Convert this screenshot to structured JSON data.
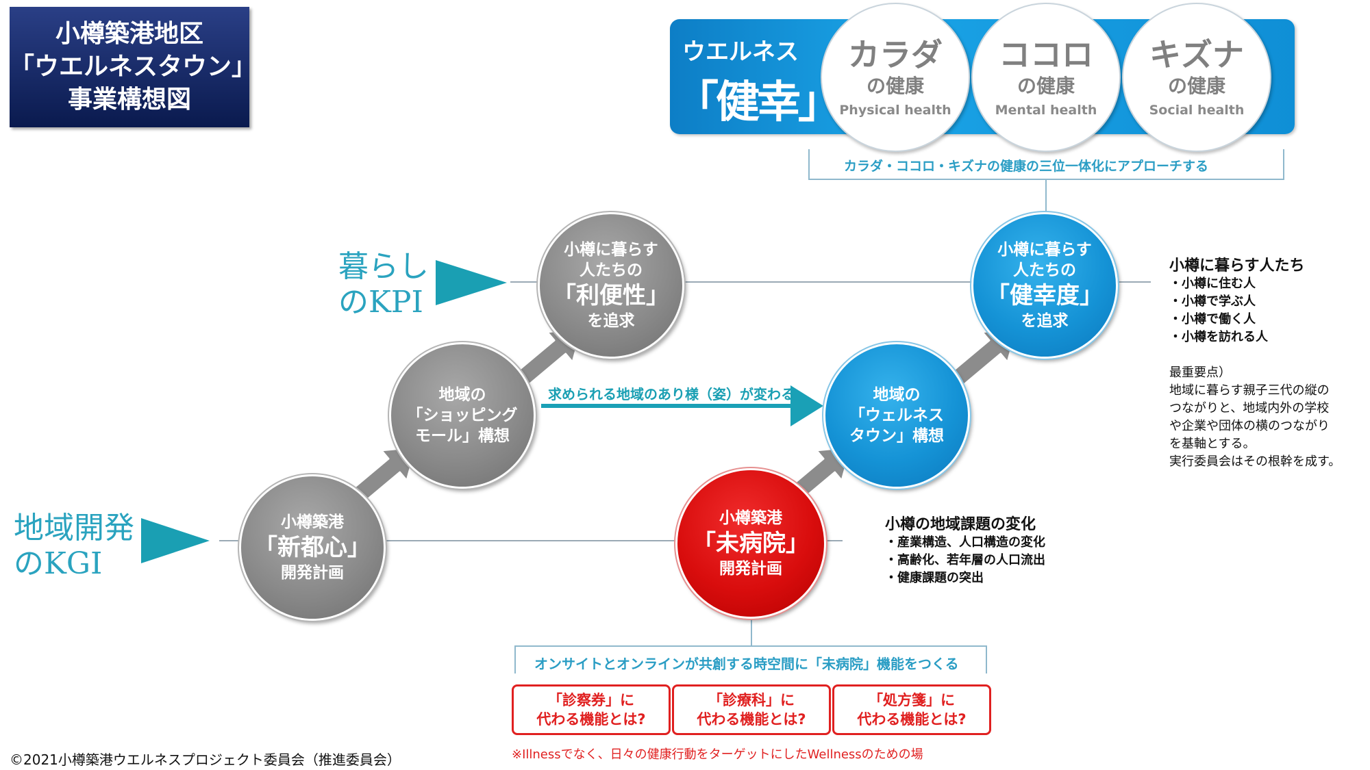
{
  "title": {
    "line1": "小樽築港地区",
    "line2": "「ウエルネスタウン」",
    "line3": "事業構想図"
  },
  "wellness": {
    "label1": "ウエルネス",
    "label2": "「健幸」",
    "circles": [
      {
        "main": "カラダ",
        "sub": "の健康",
        "en": "Physical health"
      },
      {
        "main": "ココロ",
        "sub": "の健康",
        "en": "Mental health"
      },
      {
        "main": "キズナ",
        "sub": "の健康",
        "en": "Social health"
      }
    ],
    "bracket_text": "カラダ・ココロ・キズナの健康の三位一体化にアプローチする"
  },
  "left_labels": {
    "kpi_line1": "暮らし",
    "kpi_line2": "のKPI",
    "kgi_line1": "地域開発",
    "kgi_line2": "のKGI"
  },
  "circles": {
    "shinto": {
      "l1": "小樽築港",
      "l2": "「新都心」",
      "l3": "開発計画"
    },
    "mall": {
      "l1": "地域の",
      "l2": "「ショッピング",
      "l3": "モール」構想"
    },
    "benri": {
      "l1": "小樽に暮らす",
      "l2": "人たちの",
      "l3": "「利便性」",
      "l4": "を追求"
    },
    "mibyoin": {
      "l1": "小樽築港",
      "l2": "「未病院」",
      "l3": "開発計画"
    },
    "wtown": {
      "l1": "地域の",
      "l2": "「ウェルネス",
      "l3": "タウン」構想"
    },
    "kenko": {
      "l1": "小樽に暮らす",
      "l2": "人たちの",
      "l3": "「健幸度」",
      "l4": "を追求"
    }
  },
  "middle_arrow_text": "求められる地域のあり様（姿）が変わる",
  "people": {
    "head": "小樽に暮らす人たち",
    "items": [
      "・小樽に住む人",
      "・小樽で学ぶ人",
      "・小樽で働く人",
      "・小樽を訪れる人"
    ],
    "notes": [
      "最重要点）",
      "地域に暮らす親子三代の縦の",
      "つながりと、地域内外の学校",
      "や企業や団体の横のつながり",
      "を基軸とする。",
      "実行委員会はその根幹を成す。"
    ]
  },
  "issues": {
    "head": "小樽の地域課題の変化",
    "items": [
      "・産業構造、人口構造の変化",
      "・高齢化、若年層の人口流出",
      "・健康課題の突出"
    ]
  },
  "bottom": {
    "bracket_text": "オンサイトとオンラインが共創する時空間に「未病院」機能をつくる",
    "boxes": [
      {
        "l1": "「診察券」に",
        "l2": "代わる機能とは?"
      },
      {
        "l1": "「診療科」に",
        "l2": "代わる機能とは?"
      },
      {
        "l1": "「処方箋」に",
        "l2": "代わる機能とは?"
      }
    ],
    "note": "※Illnessでなく、日々の健康行動をターゲットにしたWellnessのための場"
  },
  "copyright": "©2021小樽築港ウエルネスプロジェクト委員会（推進委員会）",
  "colors": {
    "teal": "#2aa3bf",
    "blue": "#1593d6",
    "red": "#d90d0d",
    "gray": "#8a8a8a",
    "navy": "#0a1a4e"
  }
}
